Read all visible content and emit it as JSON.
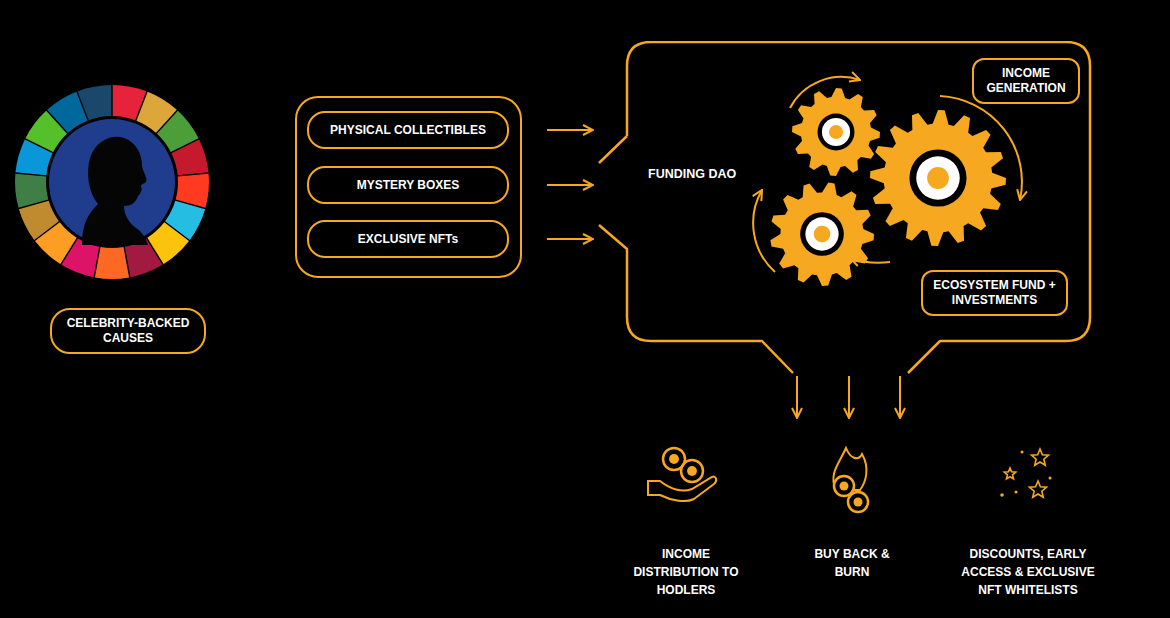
{
  "diagram": {
    "nodes": [
      {
        "text": [
          "CELEBRITY-BACKED CAUSES"
        ]
      },
      {
        "text": [
          "PHYSICAL COLLECTIBLES"
        ]
      },
      {
        "text": [
          "MYSTERY BOXES"
        ]
      },
      {
        "text": [
          "EXCLUSIVE NFTs"
        ]
      },
      {
        "text": [
          "FUNDING DAO"
        ]
      },
      {
        "text": [
          "INCOME GENERATION"
        ],
        "in": 4
      },
      {
        "text": [
          "ECOSYSTEM FUND + INVESTMENTS"
        ],
        "in": 4
      }
    ],
    "edges": [
      {
        "from": 1,
        "to": 4,
        "arrow": "to"
      },
      {
        "from": 2,
        "to": 4,
        "arrow": "to"
      },
      {
        "from": 3,
        "to": 4,
        "arrow": "to"
      }
    ],
    "labels": [
      "INCOME DISTRIBUTION TO HODLERS",
      "BUY BACK & BURN",
      "DISCOUNTS, EARLY ACCESS & EXCLUSIVE NFT WHITELISTS"
    ]
  }
}
